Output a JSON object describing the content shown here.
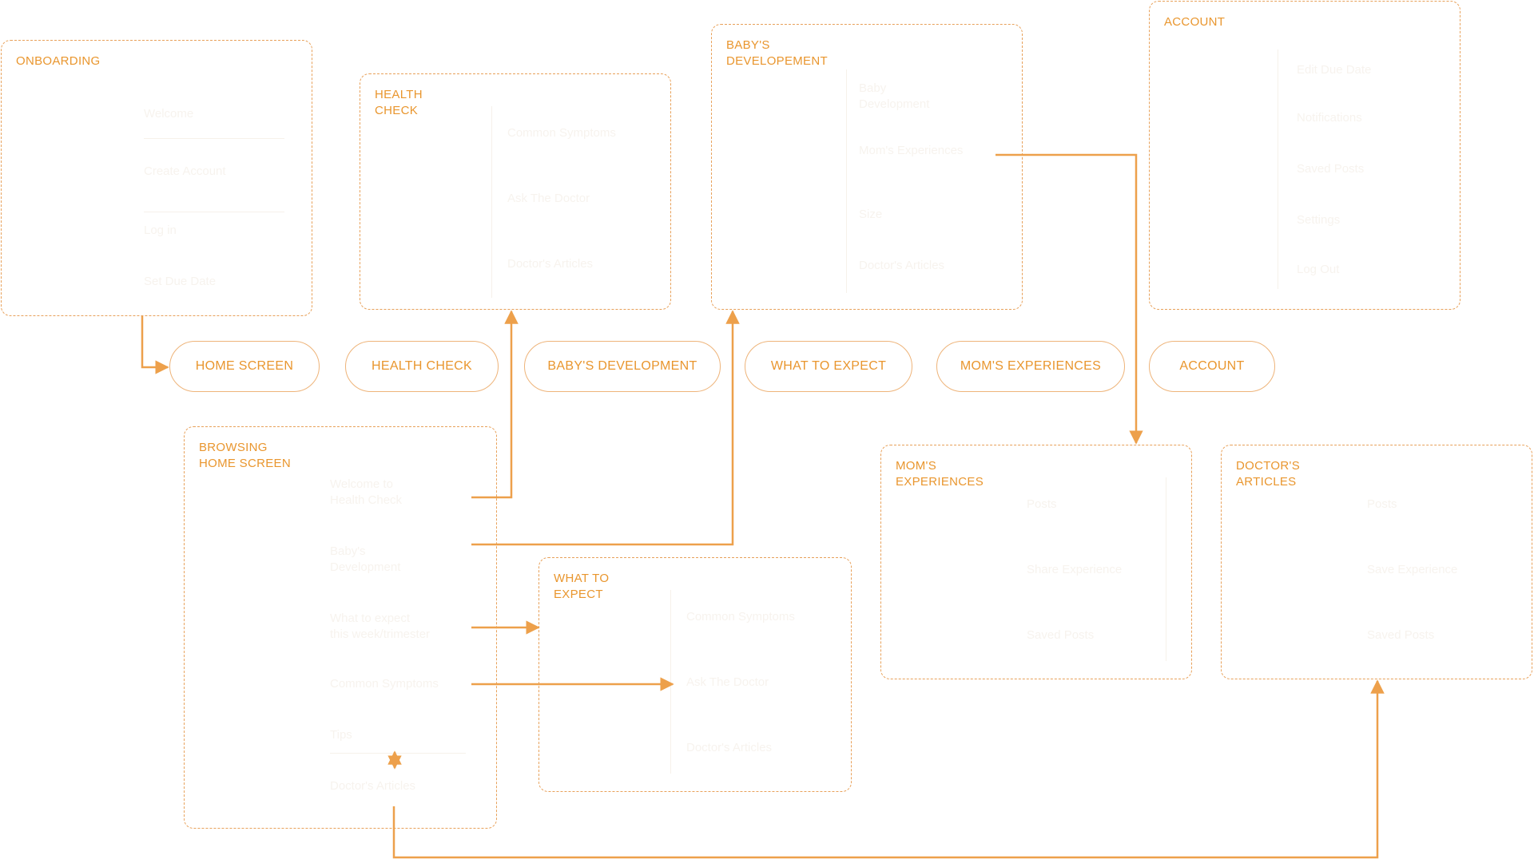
{
  "colors": {
    "accent": "#e9962e",
    "dashed_border": "#e8a15a",
    "pill_border": "#eeb47a",
    "arrow": "#eda04b",
    "ghost_text": "#f7f3ee"
  },
  "nav": {
    "home": "HOME SCREEN",
    "health": "HEALTH CHECK",
    "baby": "BABY'S DEVELOPMENT",
    "expect": "WHAT TO EXPECT",
    "moms": "MOM'S EXPERIENCES",
    "account": "ACCOUNT"
  },
  "groups": {
    "onboarding": {
      "title": "ONBOARDING",
      "items": [
        "Welcome",
        "Create Account",
        "Log in",
        "Set Due Date"
      ]
    },
    "health_check": {
      "title": "HEALTH\nCHECK",
      "items": [
        "Common Symptoms",
        "Ask The Doctor",
        "Doctor's Articles"
      ]
    },
    "baby_dev": {
      "title": "BABY'S\nDEVELOPEMENT",
      "items": [
        "Baby\nDevelopment",
        "Mom's Experiences",
        "Size",
        "Doctor's Articles"
      ]
    },
    "account": {
      "title": "ACCOUNT",
      "items": [
        "Edit Due Date",
        "Notifications",
        "Saved Posts",
        "Settings",
        "Log Out"
      ]
    },
    "browsing": {
      "title": "BROWSING\nHOME SCREEN",
      "items": [
        "Welcome to\nHealth Check",
        "Baby's\nDevelopment",
        "What to expect\nthis week/trimester",
        "Common Symptoms",
        "Tips",
        "Doctor's Articles"
      ]
    },
    "what_to_expect": {
      "title": "WHAT TO\nEXPECT",
      "items": [
        "Common Symptoms",
        "Ask The Doctor",
        "Doctor's Articles"
      ]
    },
    "moms_exp": {
      "title": "MOM'S\nEXPERIENCES",
      "items": [
        "Posts",
        "Share Experience",
        "Saved Posts"
      ]
    },
    "doctors_articles": {
      "title": "DOCTOR'S\nARTICLES",
      "items": [
        "Posts",
        "Save Experience",
        "Saved Posts"
      ]
    }
  }
}
